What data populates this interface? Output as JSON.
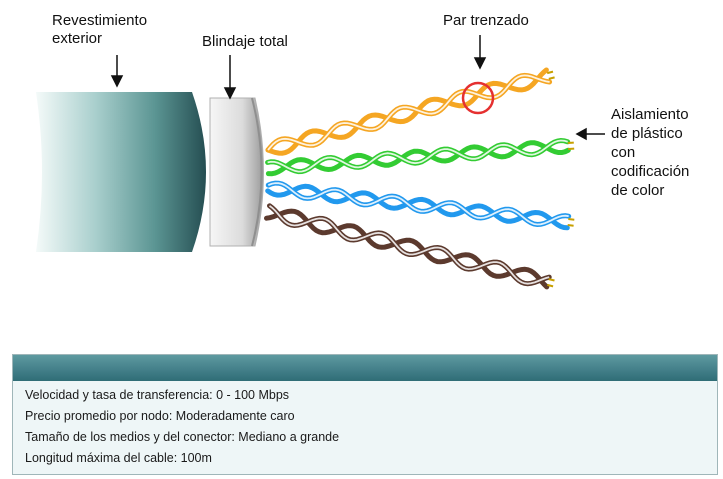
{
  "labels": {
    "outer_jacket": [
      "Revestimiento",
      "exterior"
    ],
    "shield": "Blindaje total",
    "twisted_pair": "Par trenzado",
    "insulation": [
      "Aislamiento",
      "de plástico",
      "con",
      "codificación",
      "de color"
    ]
  },
  "info": {
    "items": [
      "Velocidad y tasa de transferencia: 0 - 100 Mbps",
      "Precio promedio por nodo:  Moderadamente caro",
      "Tamaño de los medios y del conector:  Mediano a grande",
      "Longitud máxima del cable:  100m"
    ]
  },
  "colors": {
    "jacket": "#3f7f80",
    "shield": "#d6d6d6",
    "pair_orange": "#f5a623",
    "pair_green": "#33cc33",
    "pair_blue": "#2299ee",
    "pair_brown": "#5c3a2e",
    "highlight_circle": "#e53030",
    "panel_header": "#44808a"
  }
}
